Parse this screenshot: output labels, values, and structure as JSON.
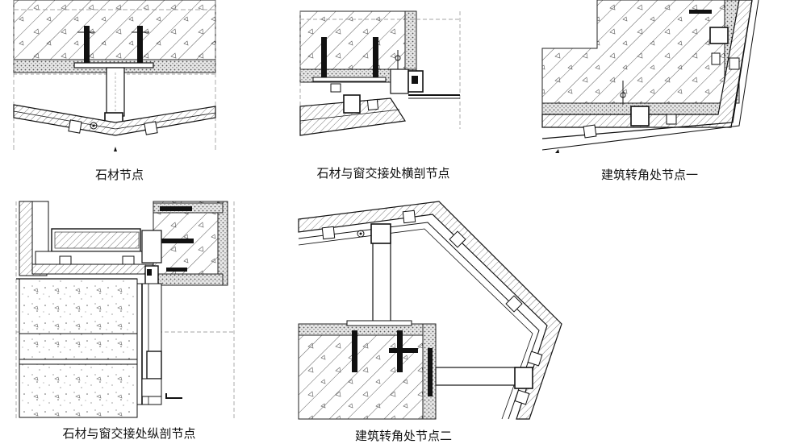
{
  "captions": {
    "d1": "石材节点",
    "d2": "石材与窗交接处横剖节点",
    "d3": "建筑转角处节点一",
    "d4": "石材与窗交接处纵剖节点",
    "d5": "建筑转角处节点二"
  }
}
